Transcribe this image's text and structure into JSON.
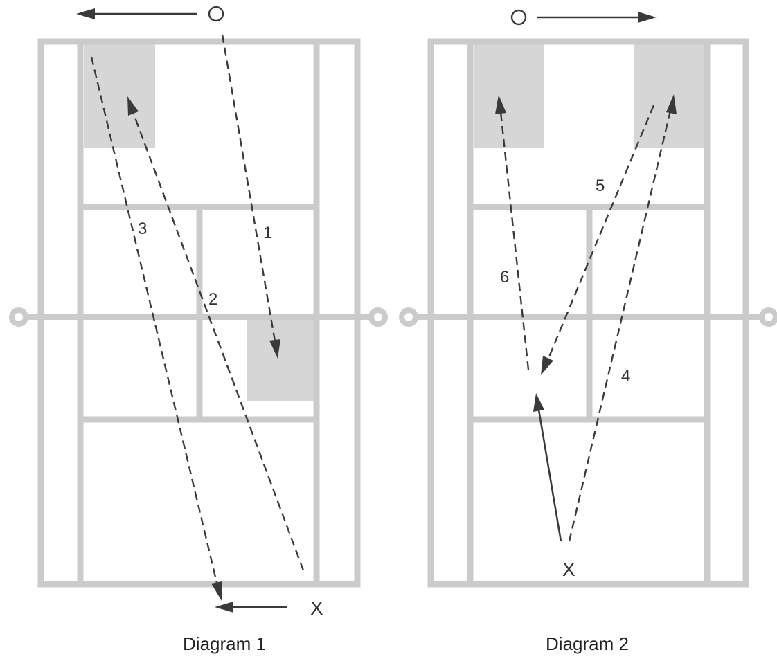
{
  "diagrams": [
    {
      "caption": "Diagram 1",
      "player_x": "X",
      "player_o": "O",
      "shot_labels": [
        "1",
        "2",
        "3"
      ]
    },
    {
      "caption": "Diagram 2",
      "player_x": "X",
      "player_o": "O",
      "shot_labels": [
        "4",
        "5",
        "6"
      ]
    }
  ],
  "colors": {
    "court_lines": "#cbcbcb",
    "target_zones": "#d6d6d6",
    "arrows": "#3a3a3a"
  }
}
